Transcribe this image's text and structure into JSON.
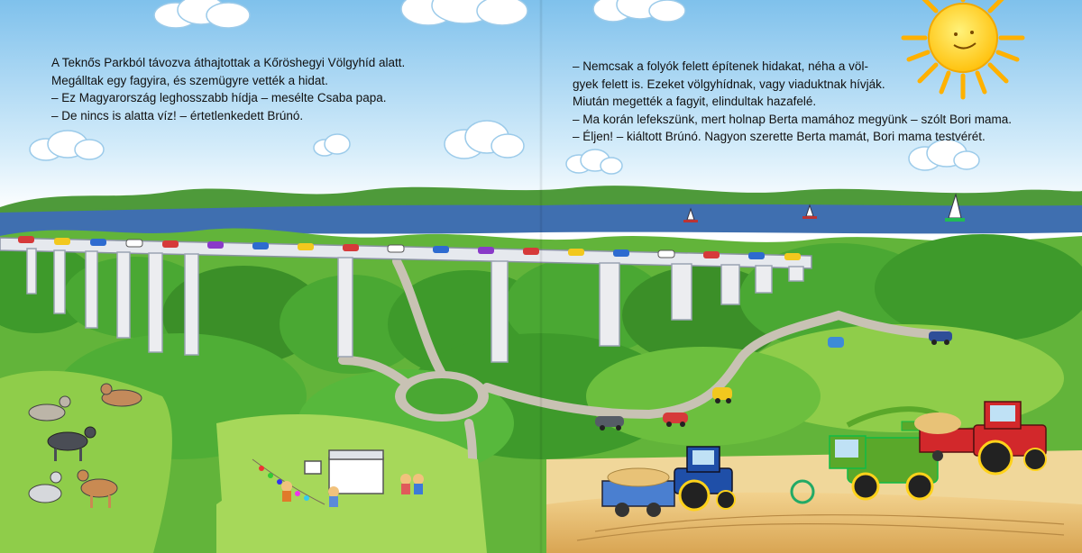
{
  "page_left": {
    "paragraphs": [
      "A Teknős Parkból távozva  áthajtottak a Kőröshegyi Völgyhíd alatt.",
      "Megálltak egy fagyira, és szemügyre vették a hidat.",
      "– Ez Magyarország leghosszabb hídja – mesélte Csaba papa.",
      "– De nincs is alatta víz! – értetlenkedett Brúnó."
    ]
  },
  "page_right": {
    "paragraphs": [
      "– Nemcsak a folyók felett építenek hidakat, néha a völ-",
      "gyek felett is. Ezeket völgyhídnak, vagy viaduktnak hívják.",
      "Miután megették a fagyit, elindultak hazafelé.",
      "– Ma korán lefekszünk, mert holnap Berta mamához megyünk – szólt Bori mama.",
      "– Éljen! – kiáltott Brúnó. Nagyon szerette Berta mamát, Bori mama testvérét."
    ]
  },
  "colors": {
    "sky": "#8fc9ee",
    "lake": "#3f6fb0",
    "bridge": "#e6e9ee",
    "forest": "#3f9a2c",
    "meadow": "#8fcd4a",
    "road": "#c8c2b4",
    "sun": "#ffd21a",
    "tractor_blue": "#1f4fa8",
    "tractor_red": "#d2282b",
    "combine_green": "#5aa82a",
    "field": "#e8c277"
  }
}
